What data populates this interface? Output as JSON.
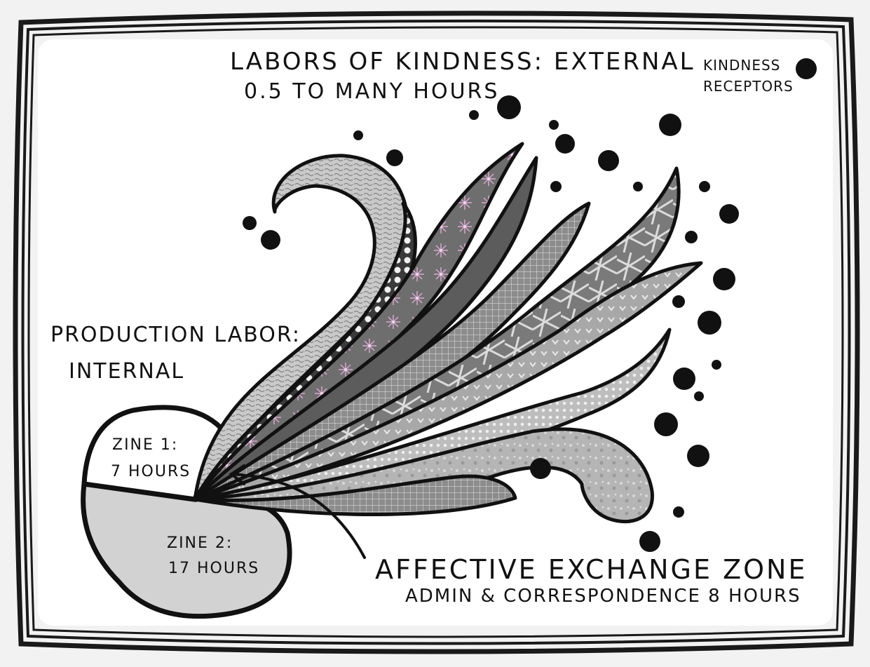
{
  "title": "LABORS of KINDNESS: EXTERNAL",
  "subtitle": "0.5 TO MANY HOURS",
  "receptors_label": "KINDNESS RECEPTORS",
  "production": {
    "line1": "PRODUCTION LABOR:",
    "line2": "INTERNAL"
  },
  "zine1": {
    "name": "ZINE 1:",
    "hours": "7 HOURS"
  },
  "zine2": {
    "name": "ZINE 2:",
    "hours": "17 HOURS"
  },
  "exchange": {
    "label": "AFFECTIVE EXCHANGE ZONE",
    "detail": "ADMIN & CORRESPONDENCE 8 HOURS"
  },
  "colors": {
    "ink": "#111111",
    "paper": "#ffffff",
    "light_gray": "#d2d2d2",
    "mid_gray": "#9a9a9a",
    "dark_gray": "#5c5c5c",
    "pink_accent": "#c89cc0"
  }
}
